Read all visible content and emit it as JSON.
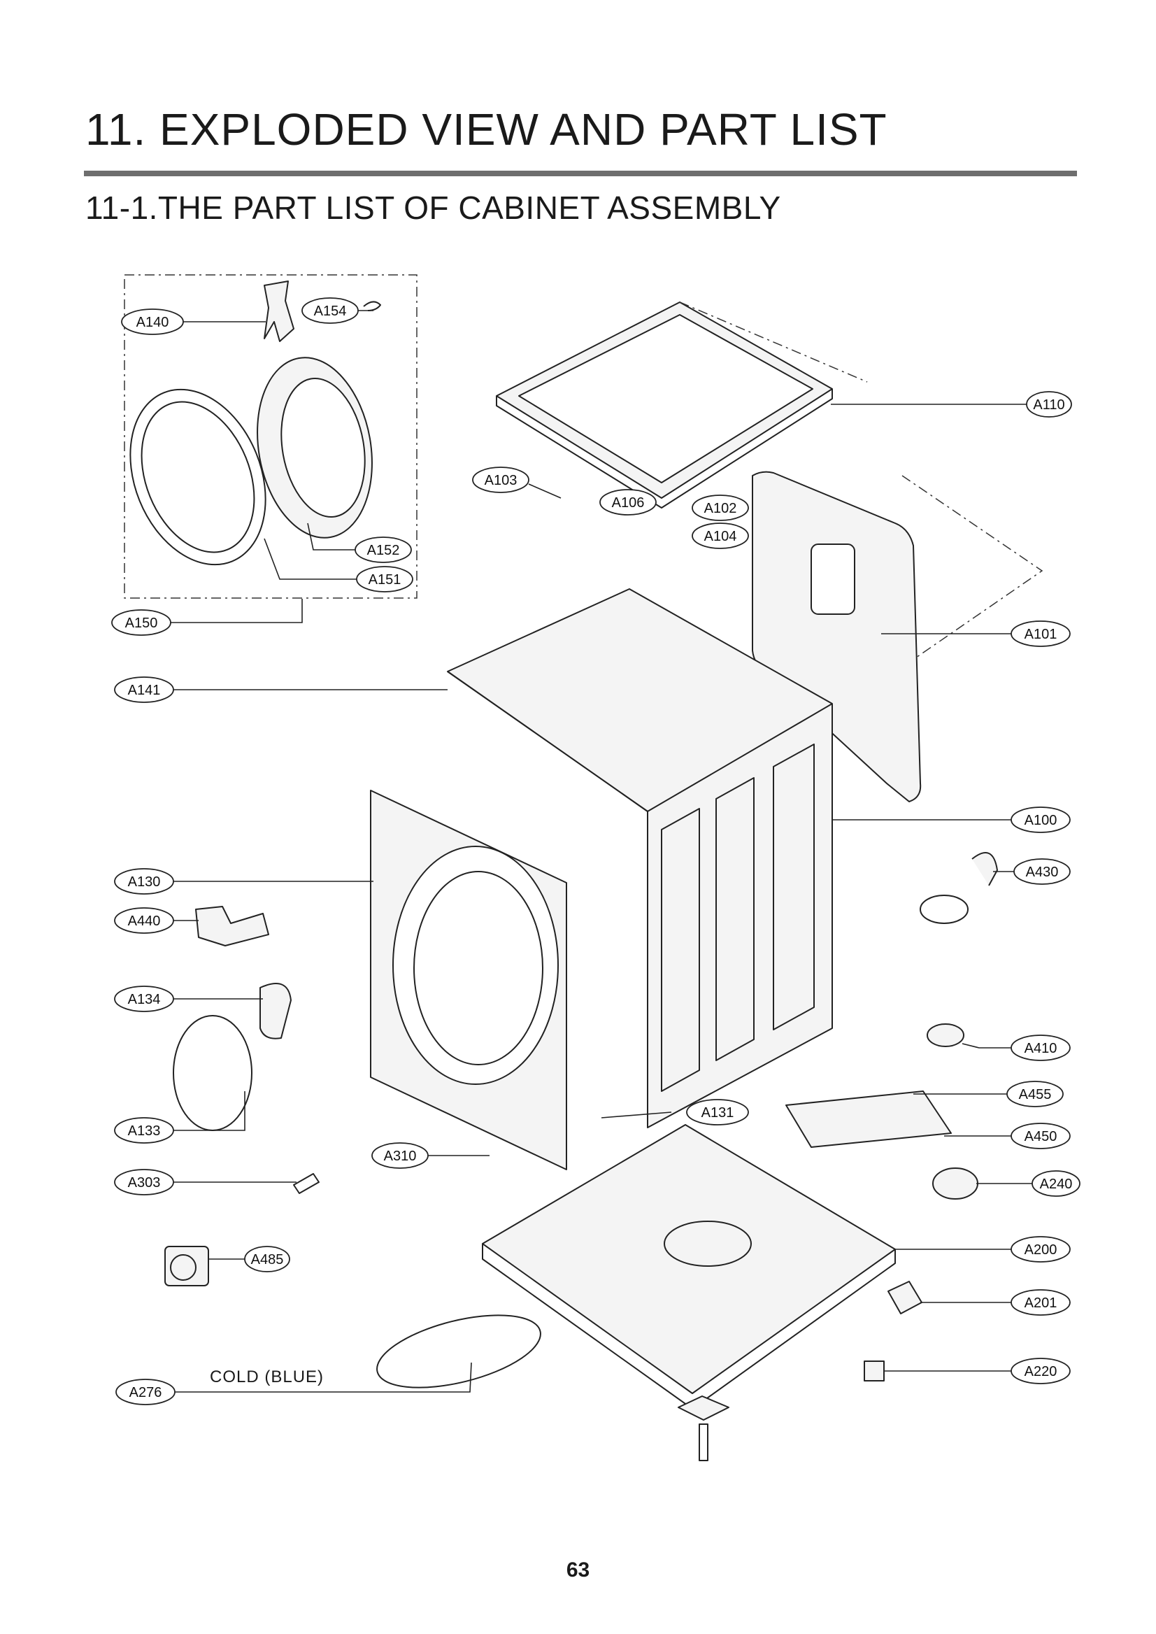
{
  "section_title": "11. EXPLODED VIEW AND PART LIST",
  "subsection_title": "11-1.THE PART LIST OF CABINET ASSEMBLY",
  "cold_label": "COLD (BLUE)",
  "page_number": "63",
  "callouts": [
    {
      "id": "A140",
      "label": "A140"
    },
    {
      "id": "A154",
      "label": "A154"
    },
    {
      "id": "A152",
      "label": "A152"
    },
    {
      "id": "A151",
      "label": "A151"
    },
    {
      "id": "A150",
      "label": "A150"
    },
    {
      "id": "A141",
      "label": "A141"
    },
    {
      "id": "A103",
      "label": "A103"
    },
    {
      "id": "A106",
      "label": "A106"
    },
    {
      "id": "A102",
      "label": "A102"
    },
    {
      "id": "A104",
      "label": "A104"
    },
    {
      "id": "A110",
      "label": "A110"
    },
    {
      "id": "A101",
      "label": "A101"
    },
    {
      "id": "A100",
      "label": "A100"
    },
    {
      "id": "A430",
      "label": "A430"
    },
    {
      "id": "A130",
      "label": "A130"
    },
    {
      "id": "A440",
      "label": "A440"
    },
    {
      "id": "A134",
      "label": "A134"
    },
    {
      "id": "A410",
      "label": "A410"
    },
    {
      "id": "A455",
      "label": "A455"
    },
    {
      "id": "A131",
      "label": "A131"
    },
    {
      "id": "A450",
      "label": "A450"
    },
    {
      "id": "A133",
      "label": "A133"
    },
    {
      "id": "A310",
      "label": "A310"
    },
    {
      "id": "A240",
      "label": "A240"
    },
    {
      "id": "A303",
      "label": "A303"
    },
    {
      "id": "A200",
      "label": "A200"
    },
    {
      "id": "A485",
      "label": "A485"
    },
    {
      "id": "A201",
      "label": "A201"
    },
    {
      "id": "A220",
      "label": "A220"
    },
    {
      "id": "A276",
      "label": "A276"
    }
  ]
}
